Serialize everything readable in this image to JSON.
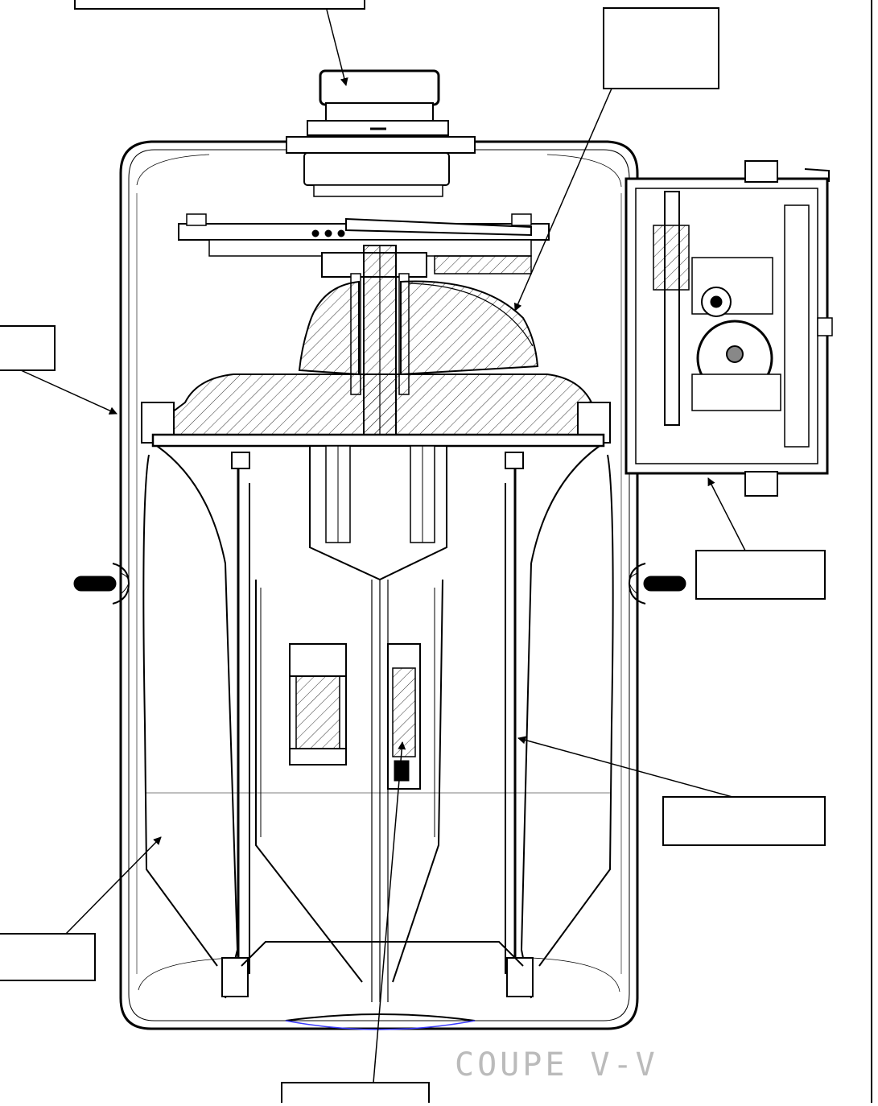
{
  "drawing": {
    "section_label": "COUPE V-V",
    "line_color": "#000000",
    "paper_color": "#ffffff",
    "accent_color": "#3a3aff"
  },
  "callouts": [
    {
      "id": "top-left",
      "text": ""
    },
    {
      "id": "top-right",
      "text": ""
    },
    {
      "id": "left",
      "text": ""
    },
    {
      "id": "right-gearbox",
      "text": ""
    },
    {
      "id": "right-lower",
      "text": ""
    },
    {
      "id": "bottom-left",
      "text": ""
    },
    {
      "id": "bottom-center",
      "text": ""
    }
  ]
}
